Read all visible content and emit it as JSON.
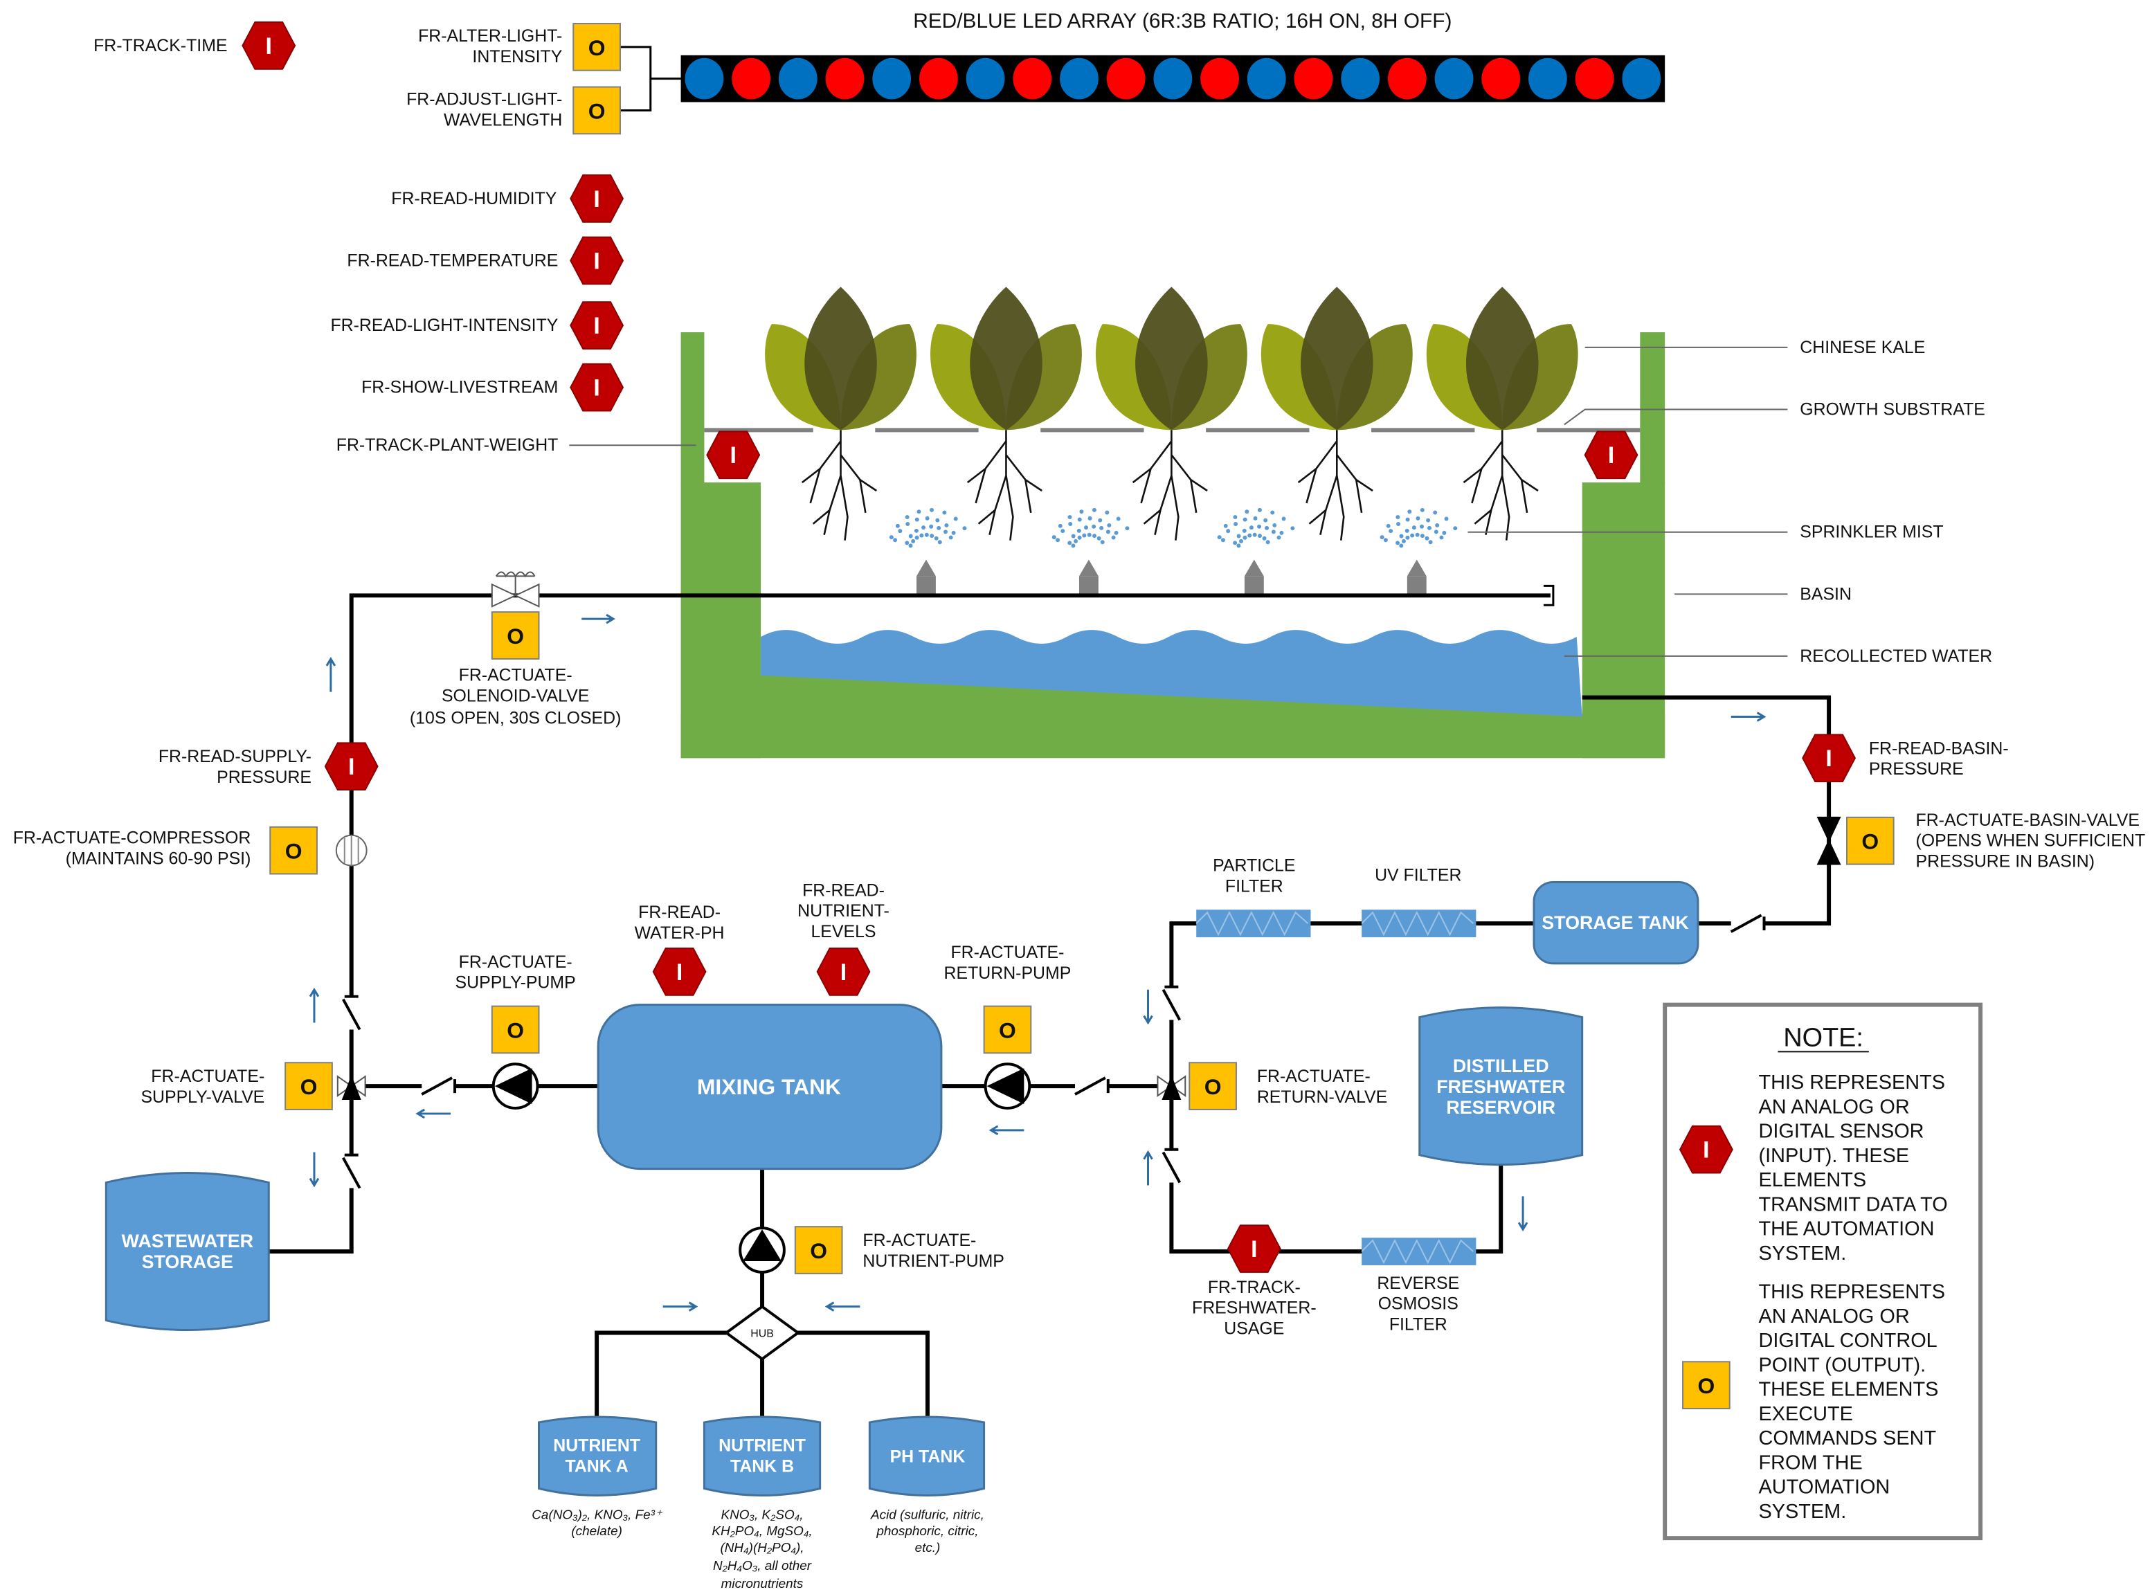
{
  "title": "RED/BLUE LED ARRAY (6R:3B RATIO; 16H ON, 8H OFF)",
  "colors": {
    "led_red": "#FF0000",
    "led_blue": "#0070C0",
    "sensor": "#C00000",
    "output": "#FFC000",
    "tank": "#5B9BD5",
    "basin": "#70AD47",
    "pipe": "#000000"
  },
  "led_array": {
    "pattern": [
      "blue",
      "red",
      "blue",
      "red",
      "blue",
      "red",
      "blue",
      "red",
      "blue",
      "red",
      "blue",
      "red",
      "blue",
      "red",
      "blue",
      "red",
      "blue",
      "red",
      "blue",
      "red",
      "blue"
    ]
  },
  "symbols": {
    "input": "I",
    "output": "O"
  },
  "labels": {
    "track_time": [
      "FR-TRACK-TIME"
    ],
    "alter_light": [
      "FR-ALTER-LIGHT-",
      "INTENSITY"
    ],
    "adjust_light": [
      "FR-ADJUST-LIGHT-",
      "WAVELENGTH"
    ],
    "humidity": [
      "FR-READ-HUMIDITY"
    ],
    "temperature": [
      "FR-READ-TEMPERATURE"
    ],
    "light_intensity": [
      "FR-READ-LIGHT-INTENSITY"
    ],
    "livestream": [
      "FR-SHOW-LIVESTREAM"
    ],
    "plant_weight": [
      "FR-TRACK-PLANT-WEIGHT"
    ],
    "solenoid": [
      "FR-ACTUATE-",
      "SOLENOID-VALVE",
      "(10S OPEN, 30S CLOSED)"
    ],
    "supply_pressure": [
      "FR-READ-SUPPLY-",
      "PRESSURE"
    ],
    "compressor": [
      "FR-ACTUATE-COMPRESSOR",
      "(MAINTAINS 60-90 PSI)"
    ],
    "supply_valve": [
      "FR-ACTUATE-",
      "SUPPLY-VALVE"
    ],
    "supply_pump": [
      "FR-ACTUATE-",
      "SUPPLY-PUMP"
    ],
    "water_ph": [
      "FR-READ-",
      "WATER-PH"
    ],
    "nutrient_levels": [
      "FR-READ-",
      "NUTRIENT-",
      "LEVELS"
    ],
    "return_pump": [
      "FR-ACTUATE-",
      "RETURN-PUMP"
    ],
    "return_valve": [
      "FR-ACTUATE-",
      "RETURN-VALVE"
    ],
    "nutrient_pump": [
      "FR-ACTUATE-",
      "NUTRIENT-PUMP"
    ],
    "freshwater_usage": [
      "FR-TRACK-",
      "FRESHWATER-",
      "USAGE"
    ],
    "ro_filter": [
      "REVERSE",
      "OSMOSIS",
      "FILTER"
    ],
    "particle_filter": [
      "PARTICLE",
      "FILTER"
    ],
    "uv_filter": [
      "UV FILTER"
    ],
    "basin_pressure": [
      "FR-READ-BASIN-",
      "PRESSURE"
    ],
    "basin_valve": [
      "FR-ACTUATE-BASIN-VALVE",
      "(OPENS WHEN SUFFICIENT",
      "PRESSURE IN BASIN)"
    ],
    "chinese_kale": "CHINESE KALE",
    "growth_substrate": "GROWTH SUBSTRATE",
    "sprinkler_mist": "SPRINKLER MIST",
    "basin": "BASIN",
    "recollected_water": "RECOLLECTED WATER",
    "hub": "HUB"
  },
  "tanks": {
    "mixing": [
      "MIXING TANK"
    ],
    "storage": [
      "STORAGE TANK"
    ],
    "distilled": [
      "DISTILLED",
      "FRESHWATER",
      "RESERVOIR"
    ],
    "wastewater": [
      "WASTEWATER",
      "STORAGE"
    ],
    "nutrient_a": {
      "name": [
        "NUTRIENT",
        "TANK A"
      ],
      "contents": [
        "Ca(NO₃)₂, KNO₃, Fe³⁺",
        "(chelate)"
      ]
    },
    "nutrient_b": {
      "name": [
        "NUTRIENT",
        "TANK B"
      ],
      "contents": [
        "KNO₃, K₂SO₄,",
        "KH₂PO₄, MgSO₄,",
        "(NH₄)(H₂PO₄),",
        "N₂H₄O₃, all other",
        "micronutrients"
      ]
    },
    "ph": {
      "name": [
        "PH TANK"
      ],
      "contents": [
        "Acid (sulfuric, nitric,",
        "phosphoric, citric,",
        "etc.)"
      ]
    }
  },
  "note": {
    "title": "NOTE:",
    "input_text": [
      "THIS REPRESENTS",
      "AN ANALOG OR",
      "DIGITAL SENSOR",
      "(INPUT). THESE",
      "ELEMENTS",
      "TRANSMIT DATA TO",
      "THE AUTOMATION",
      "SYSTEM."
    ],
    "output_text": [
      "THIS REPRESENTS",
      "AN ANALOG OR",
      "DIGITAL CONTROL",
      "POINT (OUTPUT).",
      "THESE ELEMENTS",
      "EXECUTE",
      "COMMANDS SENT",
      "FROM THE",
      "AUTOMATION",
      "SYSTEM."
    ]
  }
}
